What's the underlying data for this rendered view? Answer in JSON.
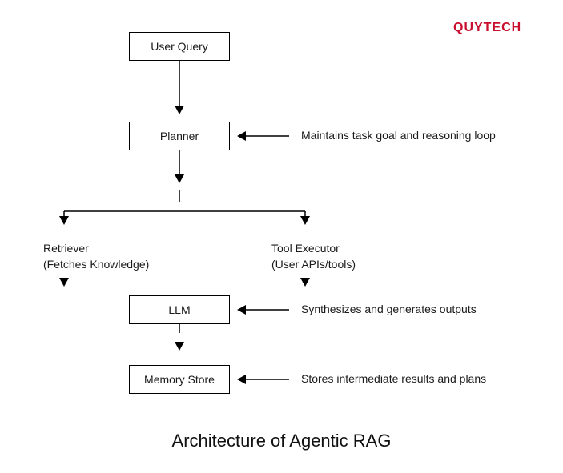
{
  "logo": "QUYTECH",
  "nodes": {
    "user_query": "User Query",
    "planner": "Planner",
    "llm": "LLM",
    "memory_store": "Memory Store"
  },
  "branches": {
    "retriever": {
      "line1": "Retriever",
      "line2": "(Fetches Knowledge)"
    },
    "tool_executor": {
      "line1": "Tool Executor",
      "line2": "(User APIs/tools)"
    }
  },
  "notes": {
    "planner": "Maintains task goal and reasoning loop",
    "llm": "Synthesizes and generates outputs",
    "memory_store": "Stores intermediate results and plans"
  },
  "caption": "Architecture of Agentic RAG"
}
